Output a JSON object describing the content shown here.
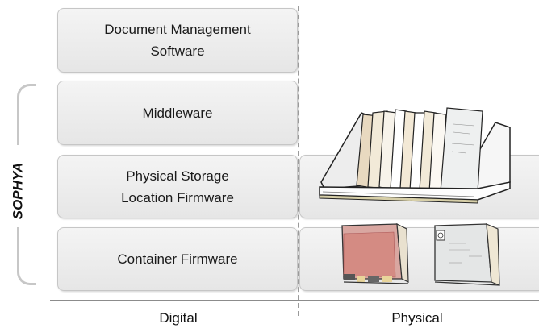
{
  "layers": {
    "document_management": "Document Management\nSoftware",
    "middleware": "Middleware",
    "physical_storage": "Physical Storage\nLocation Firmware",
    "container_firmware": "Container Firmware"
  },
  "bracket_label": "SOPHYA",
  "axis": {
    "digital": "Digital",
    "physical": "Physical"
  },
  "illustrations": {
    "storage": "document-sorter-rack-icon",
    "container_left": "red-folder-icon",
    "container_right": "gray-folder-icon"
  }
}
